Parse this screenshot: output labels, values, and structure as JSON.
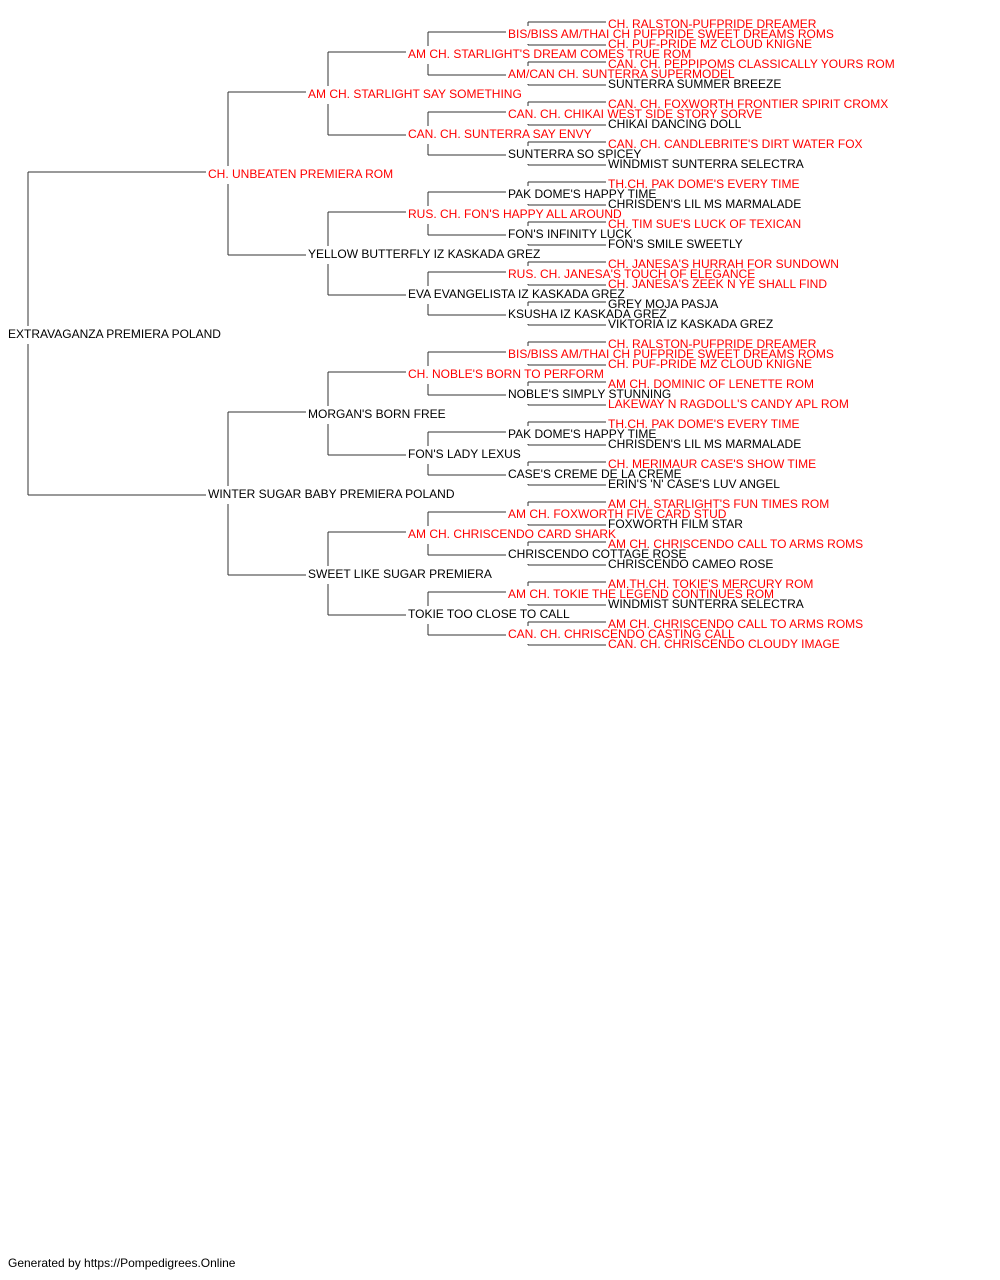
{
  "colors": {
    "champion": "#ff0000",
    "regular": "#000000",
    "connector": "#333333"
  },
  "pedigree": {
    "name": "EXTRAVAGANZA PREMIERA POLAND",
    "champion": false,
    "sire": {
      "name": "CH. UNBEATEN PREMIERA ROM",
      "champion": true,
      "sire": {
        "name": "AM CH. STARLIGHT SAY SOMETHING",
        "champion": true,
        "sire": {
          "name": "AM CH. STARLIGHT'S DREAM COMES TRUE ROM",
          "champion": true,
          "sire": {
            "name": "BIS/BISS AM/THAI CH PUFPRIDE SWEET DREAMS ROMS",
            "champion": true,
            "sire": {
              "name": "CH. RALSTON-PUFPRIDE DREAMER",
              "champion": true
            },
            "dam": {
              "name": "CH. PUF-PRIDE MZ CLOUD KNIGNE",
              "champion": true
            }
          },
          "dam": {
            "name": "AM/CAN CH. SUNTERRA SUPERMODEL",
            "champion": true,
            "sire": {
              "name": "CAN. CH. PEPPIPOMS CLASSICALLY YOURS ROM",
              "champion": true
            },
            "dam": {
              "name": "SUNTERRA SUMMER BREEZE",
              "champion": false
            }
          }
        },
        "dam": {
          "name": "CAN. CH. SUNTERRA SAY ENVY",
          "champion": true,
          "sire": {
            "name": "CAN. CH. CHIKAI WEST SIDE STORY SORVE",
            "champion": true,
            "sire": {
              "name": "CAN. CH. FOXWORTH FRONTIER SPIRIT CROMX",
              "champion": true
            },
            "dam": {
              "name": "CHIKAI DANCING DOLL",
              "champion": false
            }
          },
          "dam": {
            "name": "SUNTERRA SO SPICEY",
            "champion": false,
            "sire": {
              "name": "CAN. CH. CANDLEBRITE'S DIRT WATER FOX",
              "champion": true
            },
            "dam": {
              "name": "WINDMIST SUNTERRA SELECTRA",
              "champion": false
            }
          }
        }
      },
      "dam": {
        "name": "YELLOW BUTTERFLY IZ KASKADA GREZ",
        "champion": false,
        "sire": {
          "name": "RUS. CH. FON'S HAPPY ALL AROUND",
          "champion": true,
          "sire": {
            "name": "PAK DOME'S HAPPY TIME",
            "champion": false,
            "sire": {
              "name": "TH.CH. PAK DOME'S EVERY TIME",
              "champion": true
            },
            "dam": {
              "name": "CHRISDEN'S LIL MS MARMALADE",
              "champion": false
            }
          },
          "dam": {
            "name": "FON'S INFINITY LUCK",
            "champion": false,
            "sire": {
              "name": "CH. TIM SUE'S LUCK OF TEXICAN",
              "champion": true
            },
            "dam": {
              "name": "FON'S SMILE SWEETLY",
              "champion": false
            }
          }
        },
        "dam": {
          "name": "EVA EVANGELISTA IZ KASKADA GREZ",
          "champion": false,
          "sire": {
            "name": "RUS. CH. JANESA'S TOUCH OF ELEGANCE",
            "champion": true,
            "sire": {
              "name": "CH. JANESA'S HURRAH FOR SUNDOWN",
              "champion": true
            },
            "dam": {
              "name": "CH. JANESA'S ZEEK N YE SHALL FIND",
              "champion": true
            }
          },
          "dam": {
            "name": "KSUSHA IZ KASKADA GREZ",
            "champion": false,
            "sire": {
              "name": "GREY MOJA PASJA",
              "champion": false
            },
            "dam": {
              "name": "VIKTORIA IZ KASKADA GREZ",
              "champion": false
            }
          }
        }
      }
    },
    "dam": {
      "name": "WINTER SUGAR BABY PREMIERA POLAND",
      "champion": false,
      "sire": {
        "name": "MORGAN'S BORN FREE",
        "champion": false,
        "sire": {
          "name": "CH. NOBLE'S BORN TO PERFORM",
          "champion": true,
          "sire": {
            "name": "BIS/BISS AM/THAI CH PUFPRIDE SWEET DREAMS ROMS",
            "champion": true,
            "sire": {
              "name": "CH. RALSTON-PUFPRIDE DREAMER",
              "champion": true
            },
            "dam": {
              "name": "CH. PUF-PRIDE MZ CLOUD KNIGNE",
              "champion": true
            }
          },
          "dam": {
            "name": "NOBLE'S SIMPLY STUNNING",
            "champion": false,
            "sire": {
              "name": "AM CH. DOMINIC OF LENETTE ROM",
              "champion": true
            },
            "dam": {
              "name": "LAKEWAY N RAGDOLL'S CANDY APL ROM",
              "champion": true
            }
          }
        },
        "dam": {
          "name": "FON'S LADY LEXUS",
          "champion": false,
          "sire": {
            "name": "PAK DOME'S HAPPY TIME",
            "champion": false,
            "sire": {
              "name": "TH.CH. PAK DOME'S EVERY TIME",
              "champion": true
            },
            "dam": {
              "name": "CHRISDEN'S LIL MS MARMALADE",
              "champion": false
            }
          },
          "dam": {
            "name": "CASE'S CREME DE LA CREME",
            "champion": false,
            "sire": {
              "name": "CH. MERIMAUR CASE'S SHOW TIME",
              "champion": true
            },
            "dam": {
              "name": "ERIN'S 'N' CASE'S LUV ANGEL",
              "champion": false
            }
          }
        }
      },
      "dam": {
        "name": "SWEET LIKE SUGAR PREMIERA",
        "champion": false,
        "sire": {
          "name": "AM CH. CHRISCENDO CARD SHARK",
          "champion": true,
          "sire": {
            "name": "AM CH. FOXWORTH FIVE CARD STUD",
            "champion": true,
            "sire": {
              "name": "AM CH. STARLIGHT'S FUN TIMES ROM",
              "champion": true
            },
            "dam": {
              "name": "FOXWORTH FILM STAR",
              "champion": false
            }
          },
          "dam": {
            "name": "CHRISCENDO COTTAGE ROSE",
            "champion": false,
            "sire": {
              "name": "AM CH. CHRISCENDO CALL TO ARMS ROMS",
              "champion": true
            },
            "dam": {
              "name": "CHRISCENDO CAMEO ROSE",
              "champion": false
            }
          }
        },
        "dam": {
          "name": "TOKIE TOO CLOSE TO CALL",
          "champion": false,
          "sire": {
            "name": "AM CH. TOKIE THE LEGEND CONTINUES ROM",
            "champion": true,
            "sire": {
              "name": "AM.TH.CH. TOKIE'S MERCURY ROM",
              "champion": true
            },
            "dam": {
              "name": "WINDMIST SUNTERRA SELECTRA",
              "champion": false
            }
          },
          "dam": {
            "name": "CAN. CH. CHRISCENDO CASTING CALL",
            "champion": true,
            "sire": {
              "name": "AM CH. CHRISCENDO CALL TO ARMS ROMS",
              "champion": true
            },
            "dam": {
              "name": "CAN. CH. CHRISCENDO CLOUDY IMAGE",
              "champion": true
            }
          }
        }
      }
    }
  },
  "footer": "Generated by https://Pompedigrees.Online"
}
